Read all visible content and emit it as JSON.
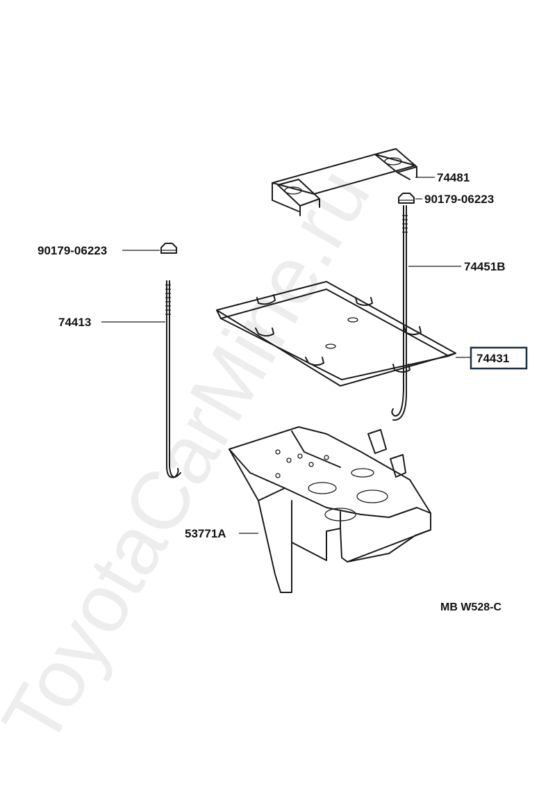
{
  "watermark": "ToyotaCarMine.ru",
  "diagram_ref": "MB W528-C",
  "parts": {
    "hold_down_clamp": "74481",
    "nut_right": "90179-06223",
    "rod_right": "74451B",
    "battery_tray": "74431",
    "nut_left": "90179-06223",
    "rod_left": "74413",
    "carrier_bracket": "53771A"
  },
  "highlighted_part": "74431",
  "colors": {
    "highlight_border": "#1a2f44",
    "line": "#1a1a1a"
  }
}
